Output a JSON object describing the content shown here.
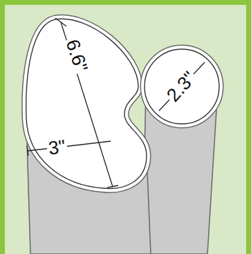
{
  "diagram": {
    "labels": [
      "6.6\"",
      "3\"",
      "2.3\""
    ]
  }
}
